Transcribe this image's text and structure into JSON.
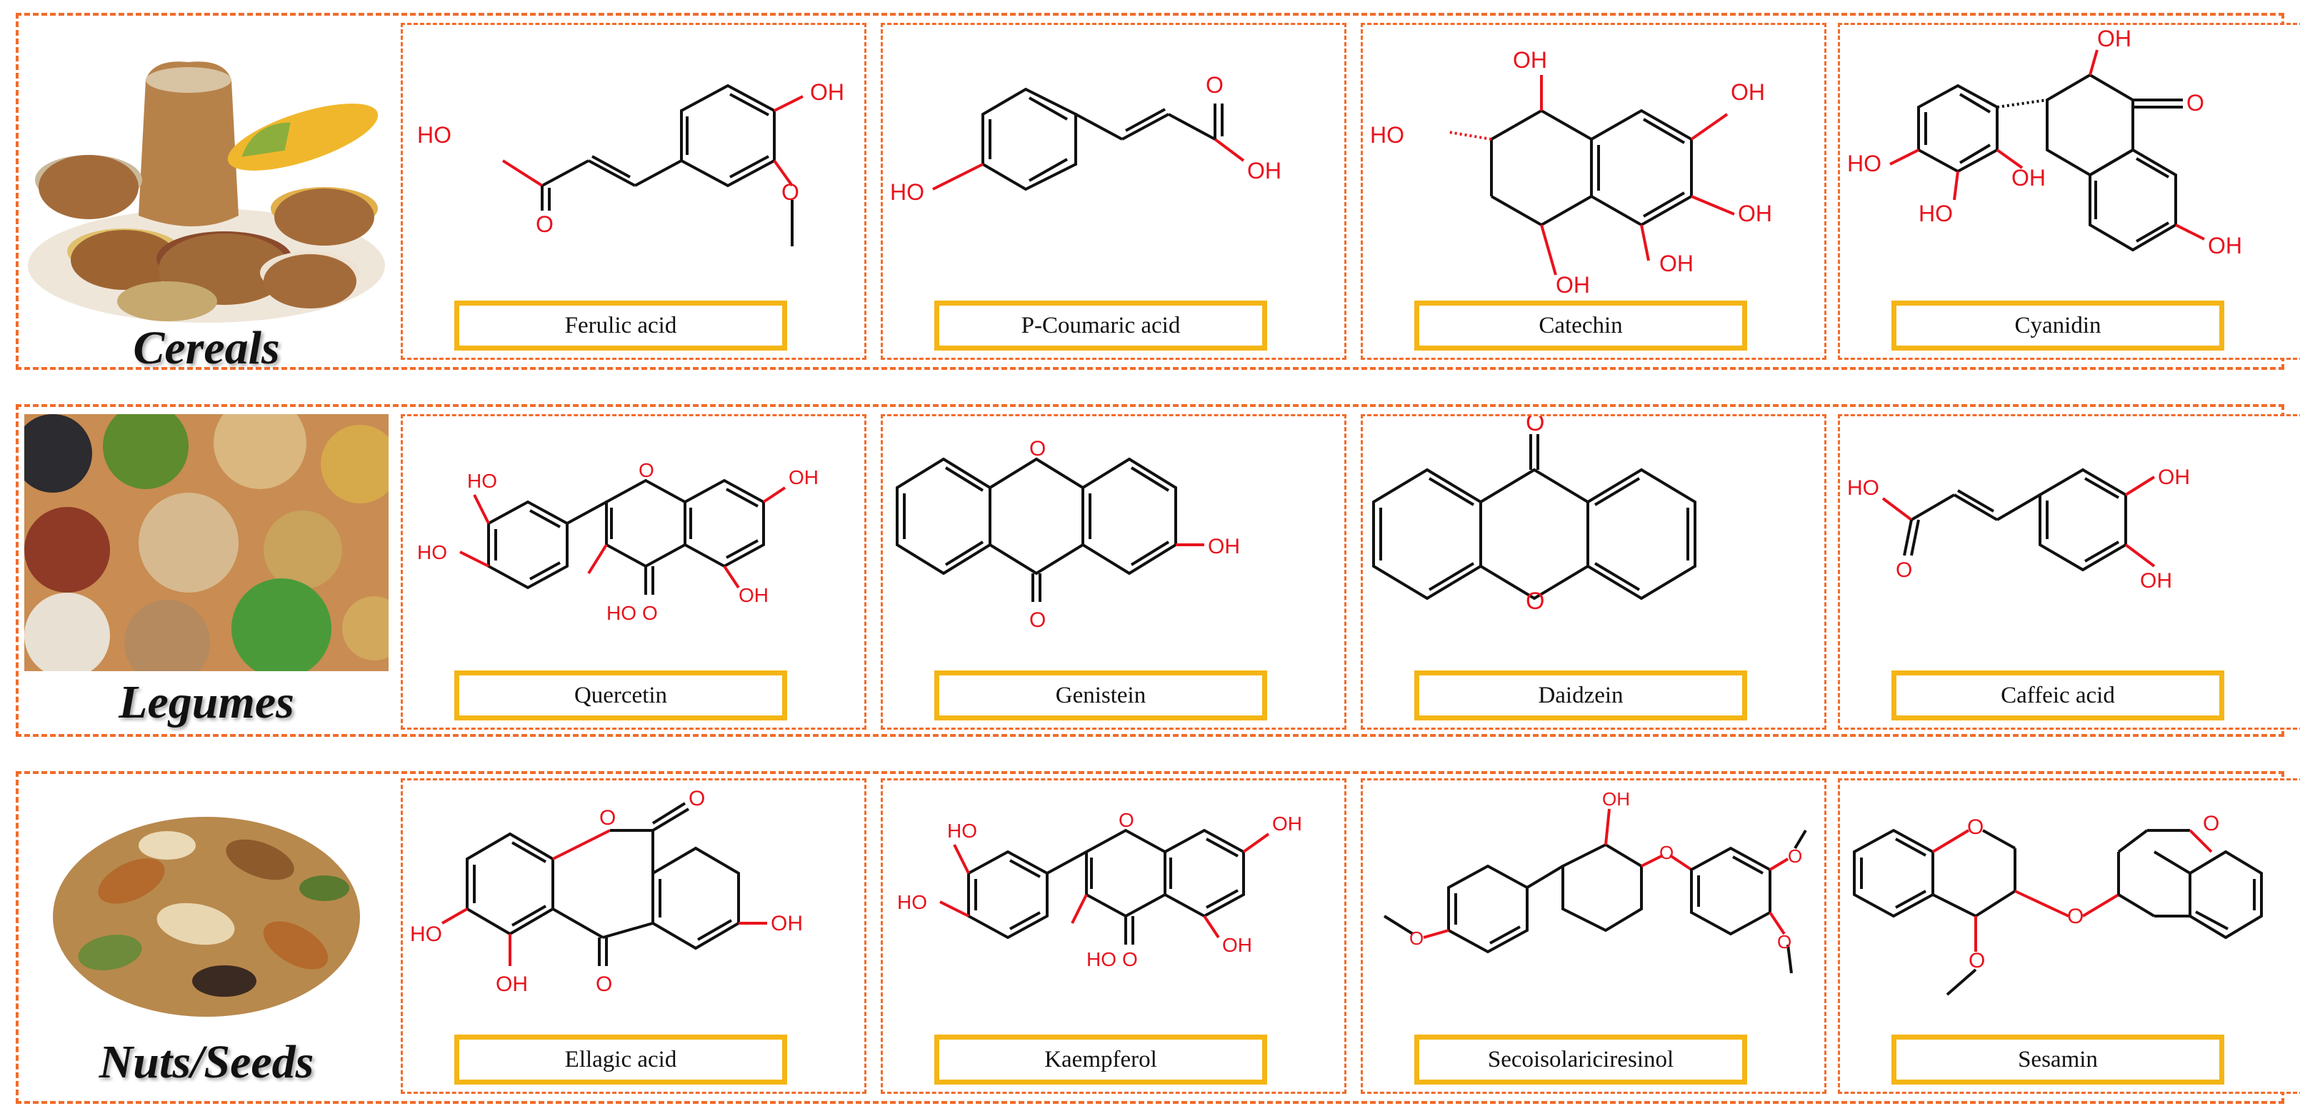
{
  "categories": [
    {
      "name": "Cereals",
      "compounds": [
        "Ferulic acid",
        "P-Coumaric acid",
        "Catechin",
        "Cyanidin"
      ]
    },
    {
      "name": "Legumes",
      "compounds": [
        "Quercetin",
        "Genistein",
        "Daidzein",
        "Caffeic acid"
      ]
    },
    {
      "name": "Nuts/Seeds",
      "compounds": [
        "Ellagic acid",
        "Kaempferol",
        "Secoisolariciresinol",
        "Sesamin"
      ]
    }
  ],
  "atom_labels": {
    "OH": "OH",
    "HO": "HO",
    "O": "O"
  },
  "colors": {
    "border": "#f26b2a",
    "label_border": "#f4b515",
    "heteroatom": "#e8121c",
    "bond": "#111111"
  }
}
